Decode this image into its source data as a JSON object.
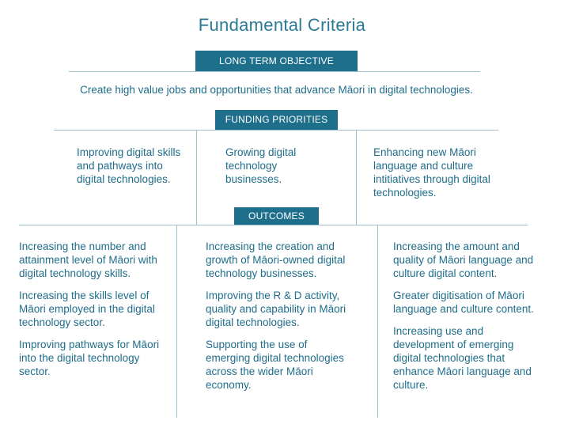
{
  "title": "Fundamental Criteria",
  "long_term_objective": {
    "label": "LONG TERM OBJECTIVE",
    "text": "Create high value jobs and opportunities that advance Māori in digital technologies."
  },
  "funding_priorities": {
    "label": "FUNDING PRIORITIES",
    "items": [
      "Improving digital skills and pathways into digital technologies.",
      "Growing digital technology businesses.",
      "Enhancing new Māori language and culture intitiatives through digital technologies."
    ]
  },
  "outcomes": {
    "label": "OUTCOMES",
    "columns": [
      [
        "Increasing the number and attainment level of Māori with digital technology skills.",
        "Increasing the skills level of Māori employed in the digital technology sector.",
        "Improving pathways for Māori into the digital technology sector."
      ],
      [
        "Increasing the creation and growth of Māori-owned digital technology businesses.",
        "Improving the R & D activity, quality and capability in Māori digital technologies.",
        "Supporting the use of emerging digital technologies across the wider Māori economy."
      ],
      [
        "Increasing the amount and quality of Māori language and culture digital content.",
        "Greater digitisation of Māori language and culture content.",
        "Increasing use and development of emerging digital technologies that enhance Māori language and culture."
      ]
    ]
  },
  "colors": {
    "accent": "#1d6f8c",
    "text": "#1f6d8a",
    "rule": "#9fc1cf"
  }
}
